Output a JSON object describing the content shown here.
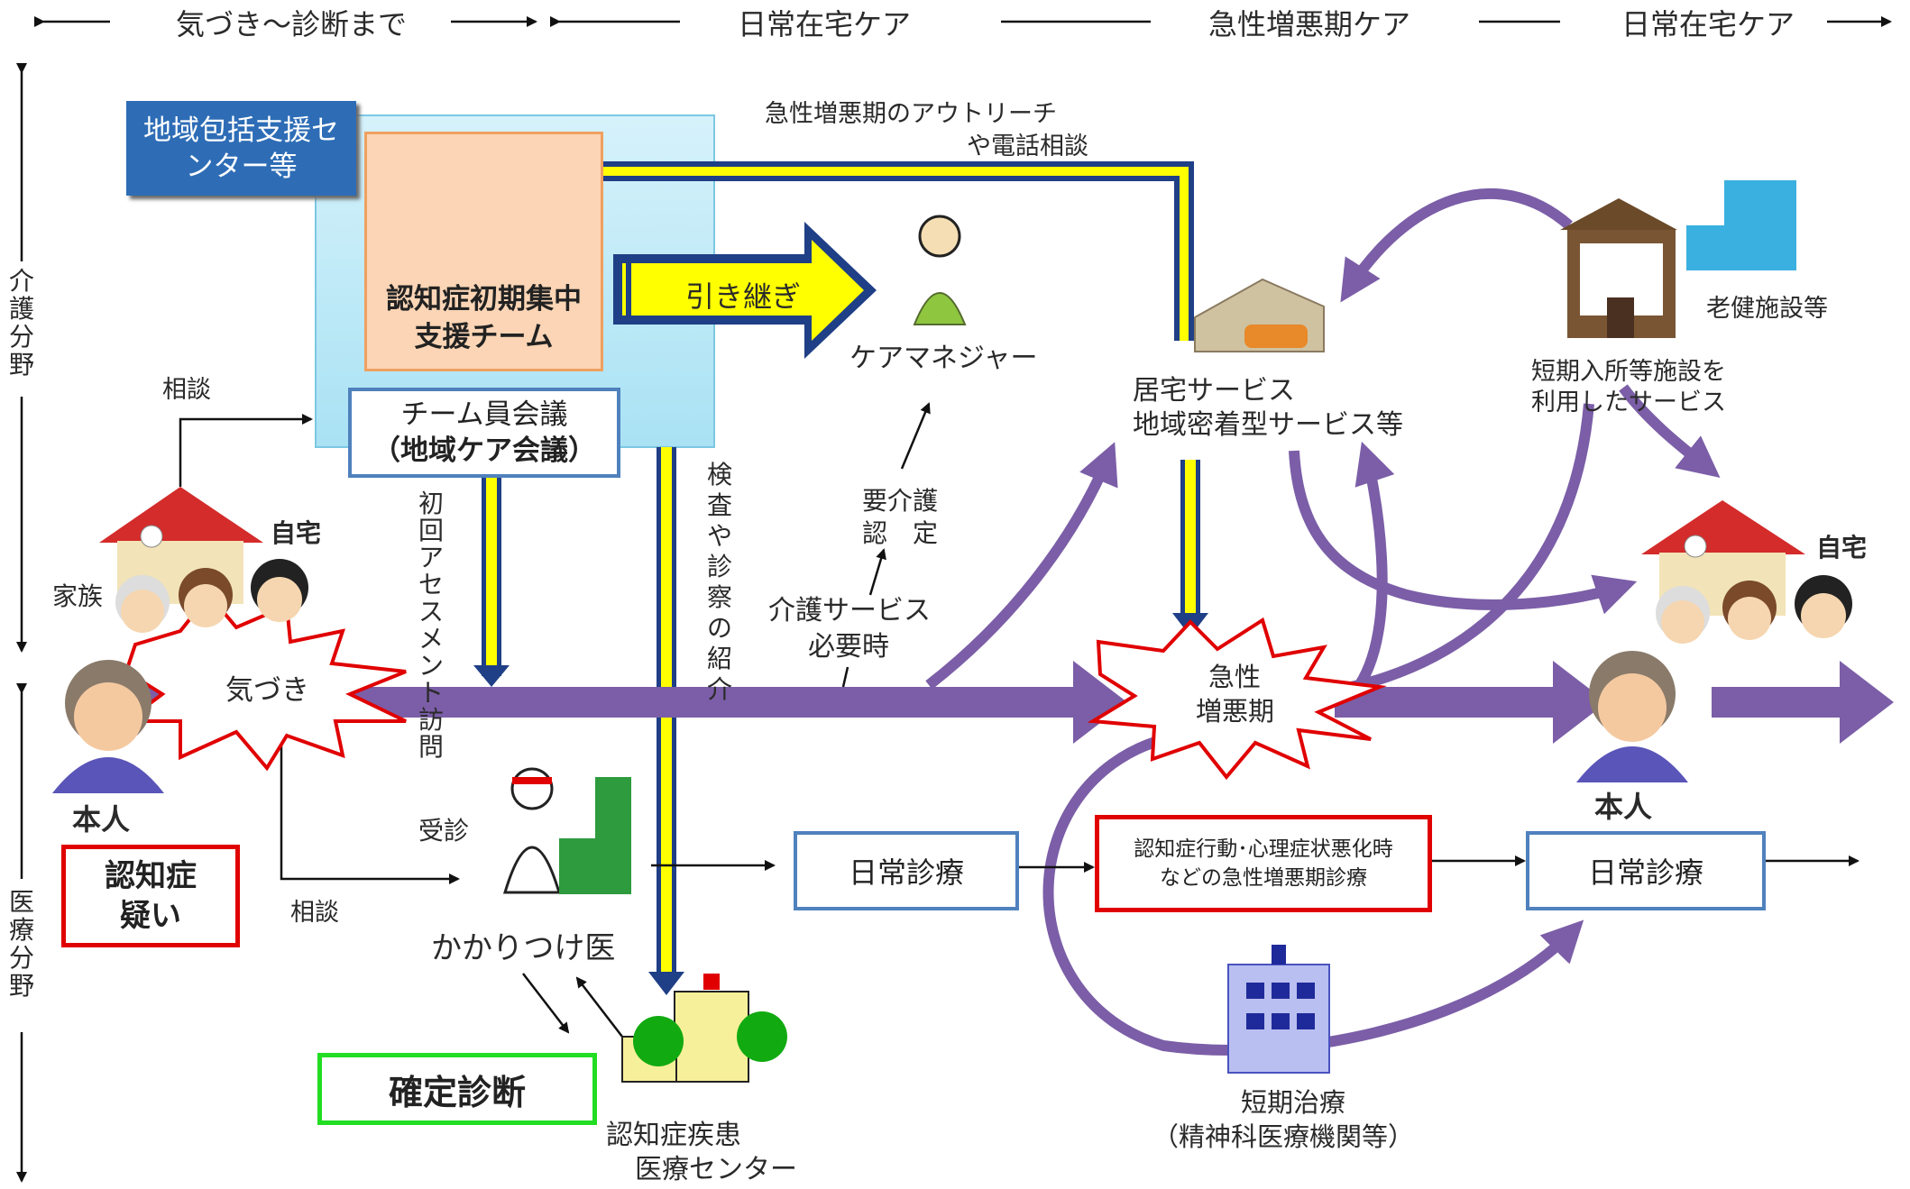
{
  "phases": {
    "p1": "気づき～診断まで",
    "p2": "日常在宅ケア",
    "p3": "急性増悪期ケア",
    "p4": "日常在宅ケア"
  },
  "side": {
    "care": "介護分野",
    "medical": "医療分野"
  },
  "boxes": {
    "center": "地域包括支援センター等",
    "team": "認知症初期集中支援チーム",
    "meeting_line1": "チーム員会議",
    "meeting_line2": "（地域ケア会議）",
    "suspect": "認知症疑い",
    "diagnosis": "確定診断",
    "daily_care_1": "日常診療",
    "acute_line1": "認知症行動･心理症状悪化時",
    "acute_line2": "などの急性増悪期診療",
    "daily_care_2": "日常診療"
  },
  "labels": {
    "handover": "引き継ぎ",
    "care_manager": "ケアマネジャー",
    "outreach_line1": "急性増悪期のアウトリーチ",
    "outreach_line2": "や電話相談",
    "home_service_line1": "居宅サービス",
    "home_service_line2": "地域密着型サービス等",
    "rouken": "老健施設等",
    "short_stay_line1": "短期入所等施設を",
    "short_stay_line2": "利用したサービス",
    "home_left": "自宅",
    "home_right": "自宅",
    "family": "家族",
    "consult_top": "相談",
    "consult_bottom": "相談",
    "first_visit": "初回アセスメント訪問",
    "exam_intro": "検査や診察の紹介",
    "care_cert_line1": "要介護",
    "care_cert_line2": "認　定",
    "care_needed_line1": "介護サービス",
    "care_needed_line2": "必要時",
    "kizuki": "気づき",
    "acute_burst_line1": "急性",
    "acute_burst_line2": "増悪期",
    "person_left": "本人",
    "person_right": "本人",
    "visit": "受診",
    "family_doctor": "かかりつけ医",
    "dementia_center_line1": "認知症疾患",
    "dementia_center_line2": "医療センター",
    "short_treat_line1": "短期治療",
    "short_treat_line2": "（精神科医療機関等）"
  },
  "colors": {
    "main_arrow": "#7b5ea7",
    "yellow": "#ffff00",
    "navy": "#1f3f86",
    "center_box": "#2e6db6",
    "light_panel": "#bfe9f7",
    "team_box": "#fbd5b5",
    "red_border": "#e00000",
    "green_border": "#22dd22",
    "blue_border": "#4f81bd"
  }
}
